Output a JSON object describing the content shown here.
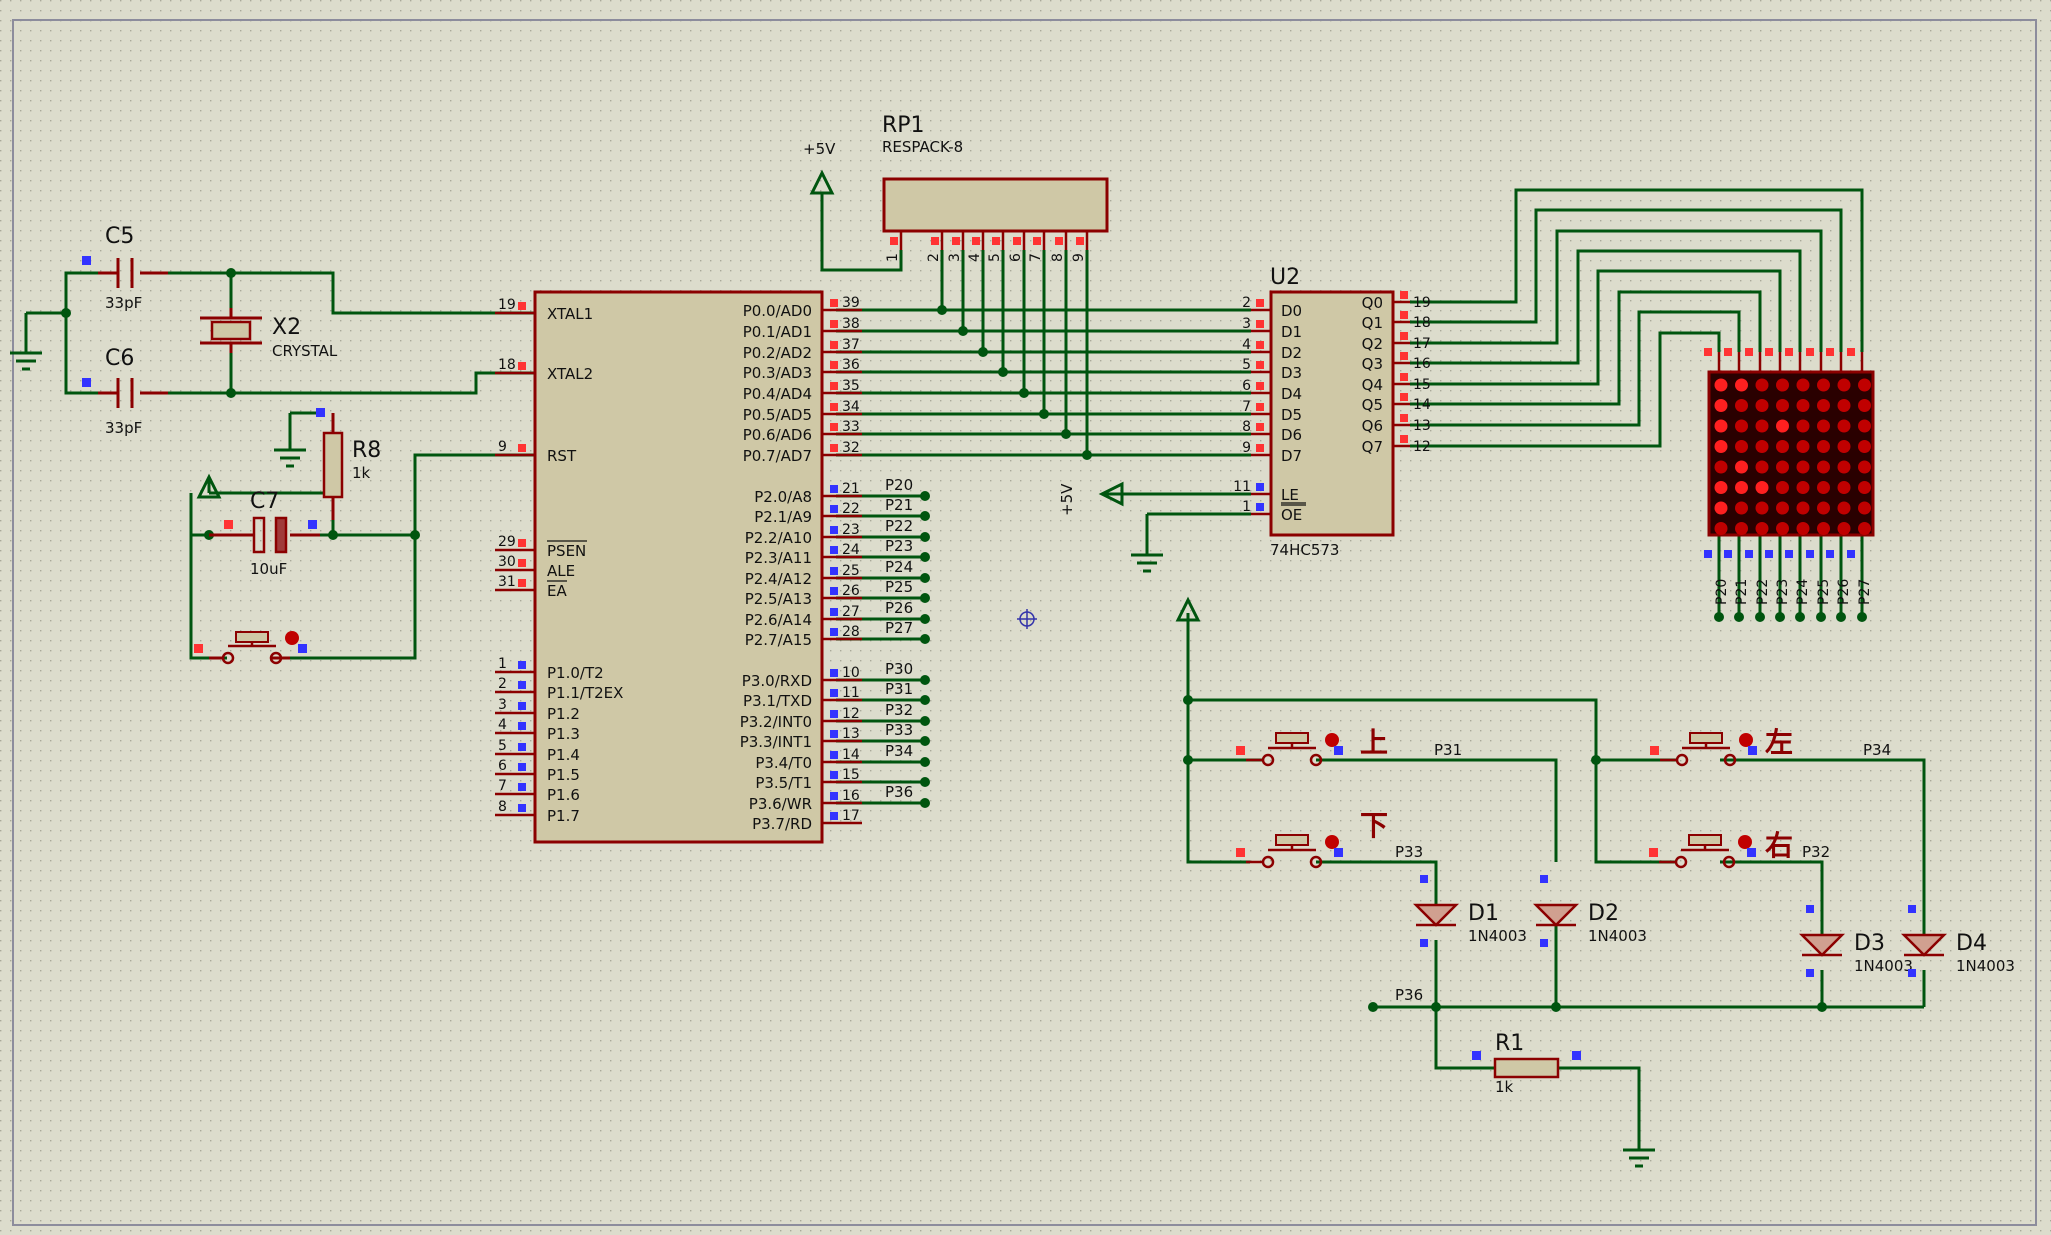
{
  "crystal": {
    "ref": "X2",
    "value": "CRYSTAL"
  },
  "c5": {
    "ref": "C5",
    "value": "33pF"
  },
  "c6": {
    "ref": "C6",
    "value": "33pF"
  },
  "c7": {
    "ref": "C7",
    "value": "10uF"
  },
  "r8": {
    "ref": "R8",
    "value": "1k"
  },
  "r1": {
    "ref": "R1",
    "value": "1k"
  },
  "rp1": {
    "ref": "RP1",
    "value": "RESPACK-8",
    "pins": [
      "1",
      "2",
      "3",
      "4",
      "5",
      "6",
      "7",
      "8",
      "9"
    ]
  },
  "vcc_label": "+5V",
  "u2": {
    "ref": "U2",
    "value": "74HC573",
    "d_pins": [
      {
        "num": "2",
        "name": "D0"
      },
      {
        "num": "3",
        "name": "D1"
      },
      {
        "num": "4",
        "name": "D2"
      },
      {
        "num": "5",
        "name": "D3"
      },
      {
        "num": "6",
        "name": "D4"
      },
      {
        "num": "7",
        "name": "D5"
      },
      {
        "num": "8",
        "name": "D6"
      },
      {
        "num": "9",
        "name": "D7"
      }
    ],
    "q_pins": [
      {
        "num": "19",
        "name": "Q0"
      },
      {
        "num": "18",
        "name": "Q1"
      },
      {
        "num": "17",
        "name": "Q2"
      },
      {
        "num": "16",
        "name": "Q3"
      },
      {
        "num": "15",
        "name": "Q4"
      },
      {
        "num": "14",
        "name": "Q5"
      },
      {
        "num": "13",
        "name": "Q6"
      },
      {
        "num": "12",
        "name": "Q7"
      }
    ],
    "le": {
      "num": "11",
      "name": "LE"
    },
    "oe": {
      "num": "1",
      "name": "OE"
    }
  },
  "mcu": {
    "left_pins": [
      {
        "num": "19",
        "name": "XTAL1"
      },
      {
        "num": "18",
        "name": "XTAL2"
      },
      {
        "num": "9",
        "name": "RST"
      },
      {
        "num": "29",
        "name": "PSEN"
      },
      {
        "num": "30",
        "name": "ALE"
      },
      {
        "num": "31",
        "name": "EA"
      },
      {
        "num": "1",
        "name": "P1.0/T2"
      },
      {
        "num": "2",
        "name": "P1.1/T2EX"
      },
      {
        "num": "3",
        "name": "P1.2"
      },
      {
        "num": "4",
        "name": "P1.3"
      },
      {
        "num": "5",
        "name": "P1.4"
      },
      {
        "num": "6",
        "name": "P1.5"
      },
      {
        "num": "7",
        "name": "P1.6"
      },
      {
        "num": "8",
        "name": "P1.7"
      }
    ],
    "p0_pins": [
      {
        "num": "39",
        "name": "P0.0/AD0"
      },
      {
        "num": "38",
        "name": "P0.1/AD1"
      },
      {
        "num": "37",
        "name": "P0.2/AD2"
      },
      {
        "num": "36",
        "name": "P0.3/AD3"
      },
      {
        "num": "35",
        "name": "P0.4/AD4"
      },
      {
        "num": "34",
        "name": "P0.5/AD5"
      },
      {
        "num": "33",
        "name": "P0.6/AD6"
      },
      {
        "num": "32",
        "name": "P0.7/AD7"
      }
    ],
    "p2_pins": [
      {
        "num": "21",
        "name": "P2.0/A8",
        "net": "P20"
      },
      {
        "num": "22",
        "name": "P2.1/A9",
        "net": "P21"
      },
      {
        "num": "23",
        "name": "P2.2/A10",
        "net": "P22"
      },
      {
        "num": "24",
        "name": "P2.3/A11",
        "net": "P23"
      },
      {
        "num": "25",
        "name": "P2.4/A12",
        "net": "P24"
      },
      {
        "num": "26",
        "name": "P2.5/A13",
        "net": "P25"
      },
      {
        "num": "27",
        "name": "P2.6/A14",
        "net": "P26"
      },
      {
        "num": "28",
        "name": "P2.7/A15",
        "net": "P27"
      }
    ],
    "p3_pins": [
      {
        "num": "10",
        "name": "P3.0/RXD",
        "net": "P30"
      },
      {
        "num": "11",
        "name": "P3.1/TXD",
        "net": "P31"
      },
      {
        "num": "12",
        "name": "P3.2/INT0",
        "net": "P32"
      },
      {
        "num": "13",
        "name": "P3.3/INT1",
        "net": "P33"
      },
      {
        "num": "14",
        "name": "P3.4/T0",
        "net": "P34"
      },
      {
        "num": "15",
        "name": "P3.5/T1",
        "net": ""
      },
      {
        "num": "16",
        "name": "P3.6/WR",
        "net": "P36"
      },
      {
        "num": "17",
        "name": "P3.7/RD",
        "net": ""
      }
    ]
  },
  "matrix": {
    "columns": [
      "P20",
      "P21",
      "P22",
      "P23",
      "P24",
      "P25",
      "P26",
      "P27"
    ],
    "rows": 8,
    "cols": 8
  },
  "keys": {
    "up": "上",
    "down": "下",
    "left": "左",
    "right": "右"
  },
  "nets": {
    "p31": "P31",
    "p33": "P33",
    "p34": "P34",
    "p32": "P32",
    "p36": "P36"
  },
  "diodes": [
    {
      "ref": "D1",
      "value": "1N4003"
    },
    {
      "ref": "D2",
      "value": "1N4003"
    },
    {
      "ref": "D3",
      "value": "1N4003"
    },
    {
      "ref": "D4",
      "value": "1N4003"
    }
  ]
}
